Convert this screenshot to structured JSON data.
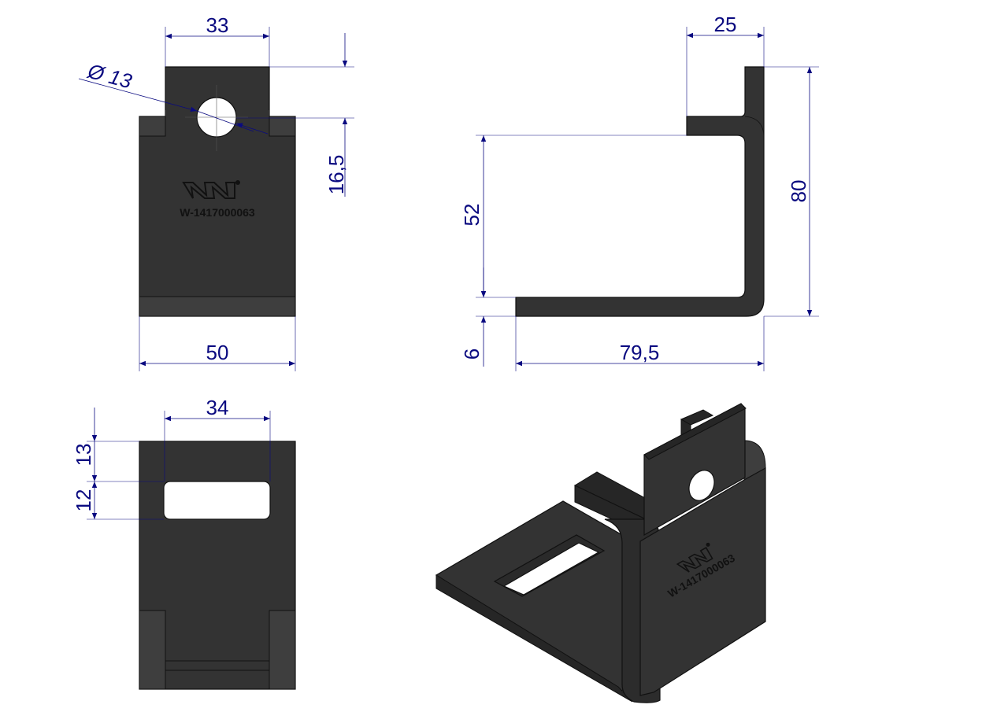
{
  "part_number": "W-1417000063",
  "colors": {
    "part": "#333333",
    "dimension": "#0a0a80"
  },
  "front_view": {
    "dim_tab_width": "33",
    "dim_hole_diameter": "Ø 13",
    "dim_hole_height": "16,5",
    "dim_body_width": "50"
  },
  "side_view": {
    "dim_top_flange": "25",
    "dim_total_height": "80",
    "dim_inner_height": "52",
    "dim_thickness": "6",
    "dim_base_length": "79,5"
  },
  "bottom_view": {
    "dim_slot_width": "34",
    "dim_slot_offset": "13",
    "dim_slot_height": "12"
  }
}
